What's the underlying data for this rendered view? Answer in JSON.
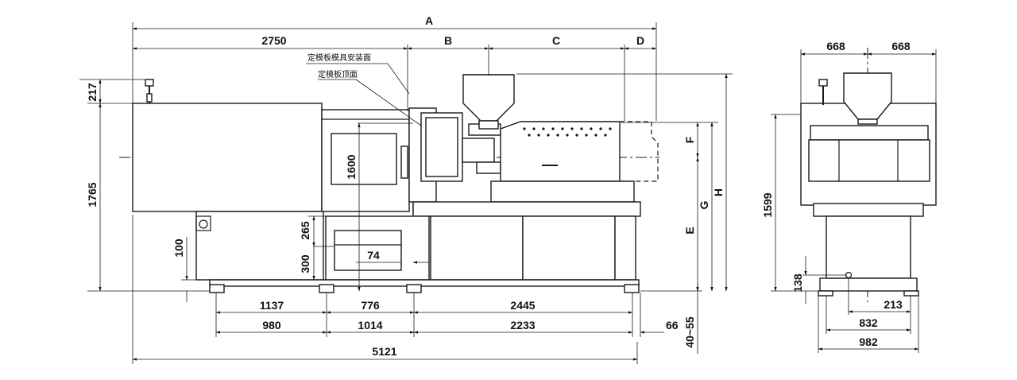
{
  "dims": {
    "A": "A",
    "d2750": "2750",
    "B": "B",
    "C": "C",
    "D": "D",
    "d217": "217",
    "d1765": "1765",
    "d1600": "1600",
    "d100": "100",
    "d265": "265",
    "d300": "300",
    "d74": "74",
    "d1137": "1137",
    "d776": "776",
    "d2445": "2445",
    "d980": "980",
    "d1014": "1014",
    "d2233": "2233",
    "d66": "66",
    "d5121": "5121",
    "d40_55": "40~55",
    "F": "F",
    "E": "E",
    "G": "G",
    "H": "H",
    "d668a": "668",
    "d668b": "668",
    "d1599": "1599",
    "d138": "138",
    "d213": "213",
    "d832": "832",
    "d982": "982"
  },
  "notes": {
    "mold_surface": "定模板模具安装面",
    "platen_top": "定模板顶面"
  }
}
